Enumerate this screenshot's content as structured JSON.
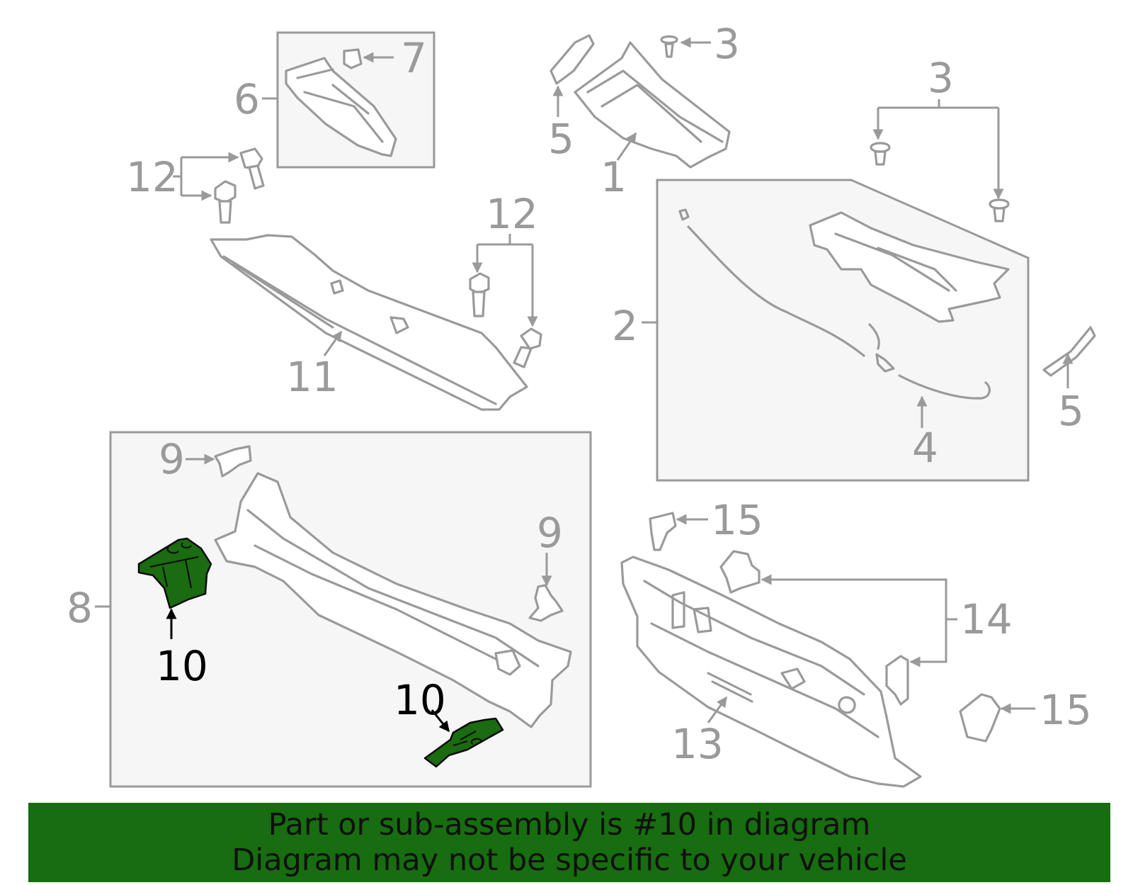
{
  "highlight_color": "#1b6b10",
  "banner_color": "#176d0f",
  "callouts": {
    "c1": "1",
    "c2": "2",
    "c3a": "3",
    "c3b": "3",
    "c4": "4",
    "c5a": "5",
    "c5b": "5",
    "c6": "6",
    "c7": "7",
    "c8": "8",
    "c9a": "9",
    "c9b": "9",
    "c10a": "10",
    "c10b": "10",
    "c11": "11",
    "c12a": "12",
    "c12b": "12",
    "c13": "13",
    "c14": "14",
    "c15a": "15",
    "c15b": "15"
  },
  "banner": {
    "line1": "Part or sub-assembly is #10 in diagram",
    "line2": "Diagram may not be specific to your vehicle"
  }
}
